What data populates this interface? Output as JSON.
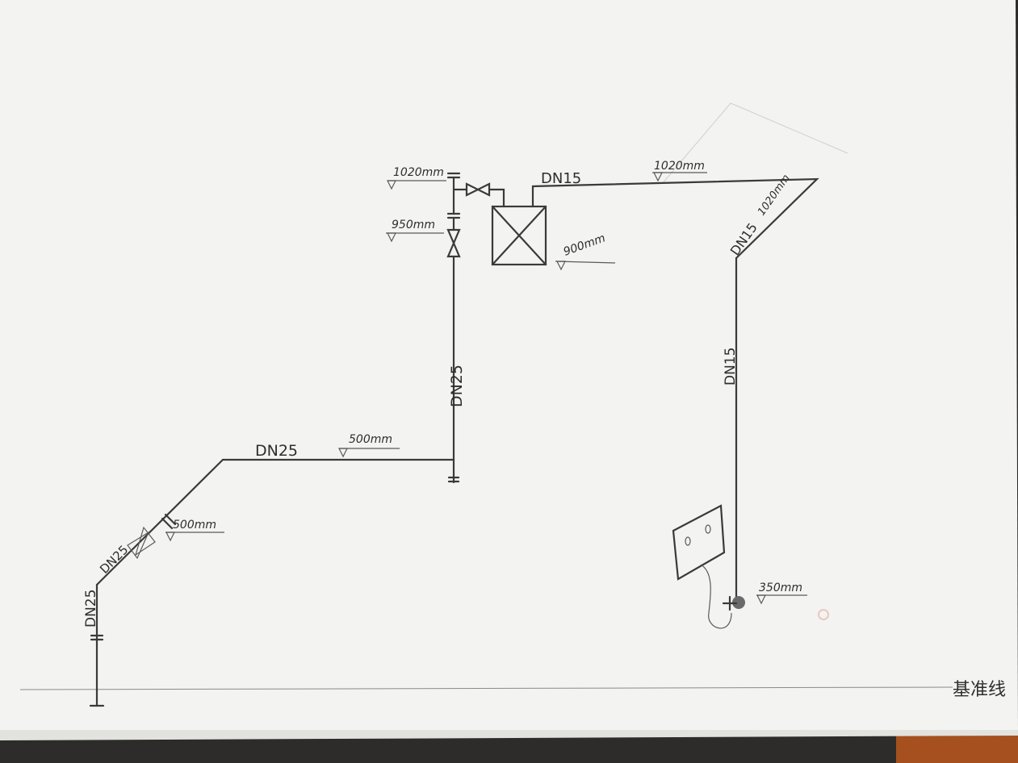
{
  "labels": {
    "pipe_dn15_top": "DN15",
    "pipe_dn15_diag": "DN15",
    "pipe_dn15_vertical": "DN15",
    "pipe_dn25_vertical": "DN25",
    "pipe_dn25_horizontal": "DN25",
    "pipe_dn25_diag": "DN25",
    "pipe_dn25_left": "DN25"
  },
  "elevations": {
    "top_left": "1020mm",
    "valve_left": "950mm",
    "box": "900mm",
    "top_right": "1020mm",
    "diag_right": "1020mm",
    "horizontal": "500mm",
    "diag_valve": "500mm",
    "socket": "350mm"
  },
  "baseline_label": "基准线",
  "colors": {
    "paper": "#f3f3f1",
    "ink": "#3a3a3a"
  }
}
